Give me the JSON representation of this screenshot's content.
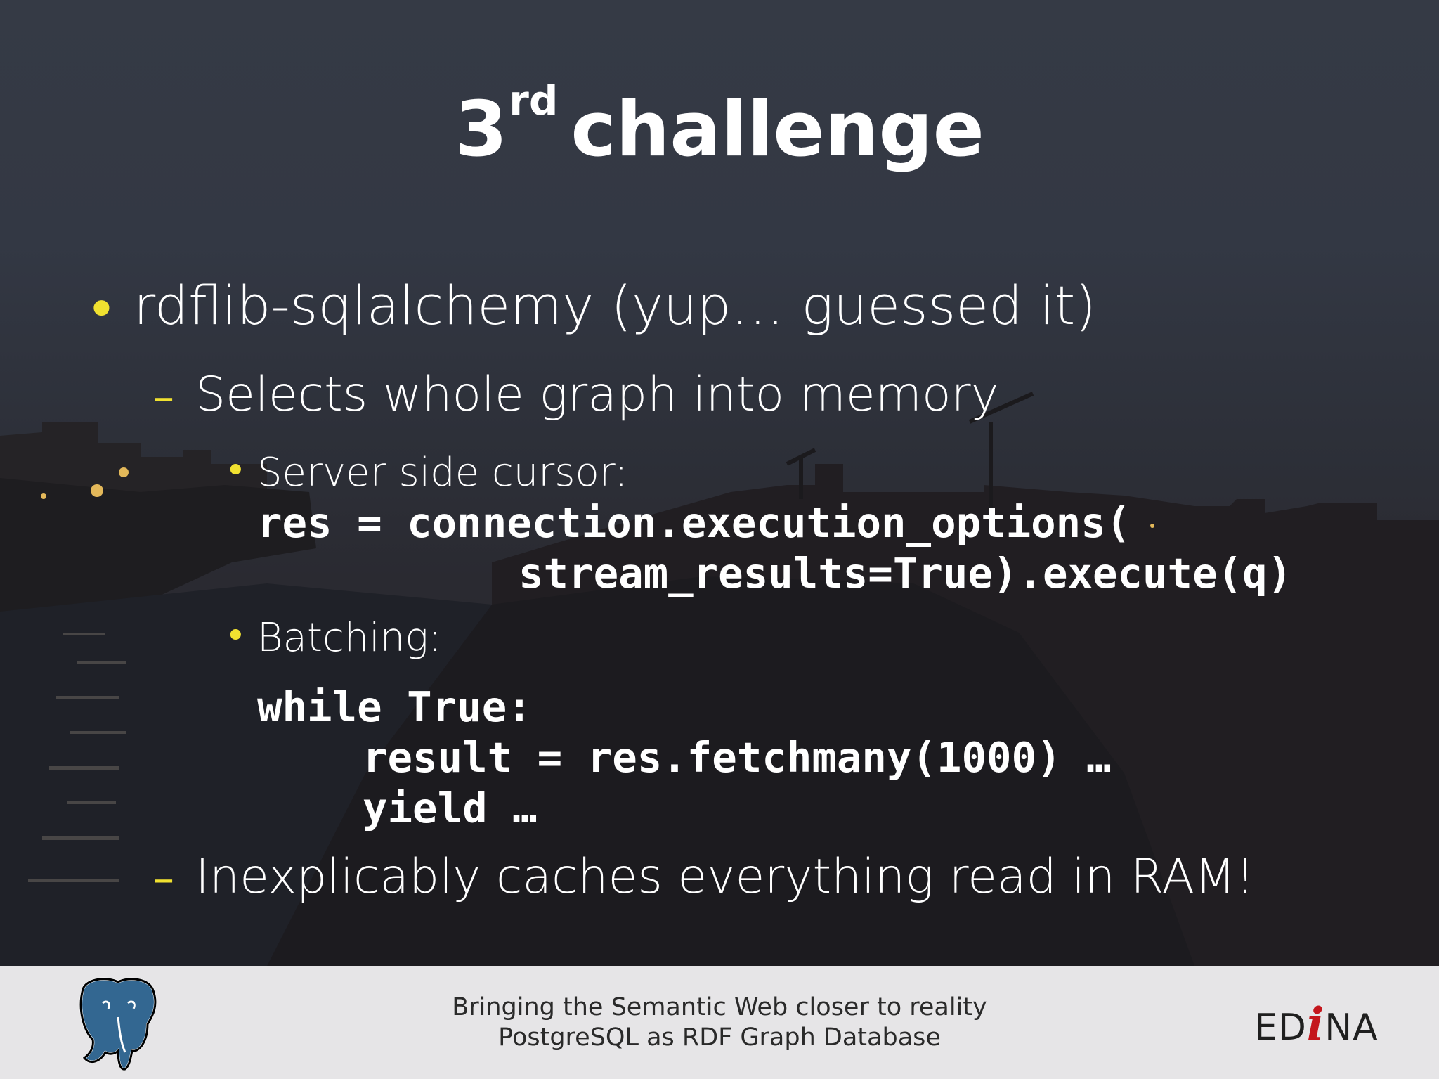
{
  "slide": {
    "title_main": "3",
    "title_sup": "rd",
    "title_rest": "challenge",
    "bullet_1": "rdflib-sqlalchemy (yup… guessed it)",
    "sub_1": "Selects whole graph into memory",
    "sub_1_a": "Server side cursor:",
    "code_1_line_1": "res = connection.execution_options(",
    "code_1_line_2": "stream_results=True).execute(q)",
    "sub_1_b": "Batching:",
    "code_2_line_1": "while True:",
    "code_2_line_2": "result = res.fetchmany(1000) …",
    "code_2_line_3": "yield …",
    "sub_2": "Inexplicably caches everything read in RAM!",
    "bullet_color": "#f0e130"
  },
  "footer": {
    "line_1": "Bringing the Semantic Web closer to reality",
    "line_2": "PostgreSQL as RDF Graph Database",
    "logo_left": "postgresql-elephant-logo",
    "logo_right_pre": "ED",
    "logo_right_i": "i",
    "logo_right_post": "NA"
  }
}
